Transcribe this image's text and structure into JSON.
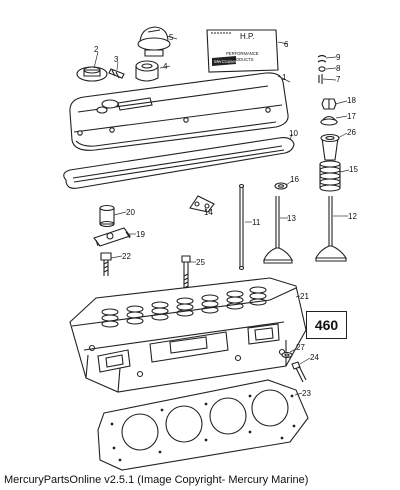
{
  "page": {
    "number": "460"
  },
  "decal": {
    "line1": "H.P.",
    "line2": "PERFORMANCE",
    "line3": "PRODUCTS",
    "brand": "MerCruiser"
  },
  "callouts": [
    "1",
    "2",
    "3",
    "4",
    "5",
    "6",
    "7",
    "8",
    "9",
    "10",
    "11",
    "12",
    "13",
    "14",
    "15",
    "16",
    "17",
    "18",
    "19",
    "20",
    "21",
    "22",
    "23",
    "24",
    "25",
    "26",
    "27"
  ],
  "footer": {
    "text": "MercuryPartsOnline v2.5.1 (Image Copyright- Mercury Marine)"
  }
}
